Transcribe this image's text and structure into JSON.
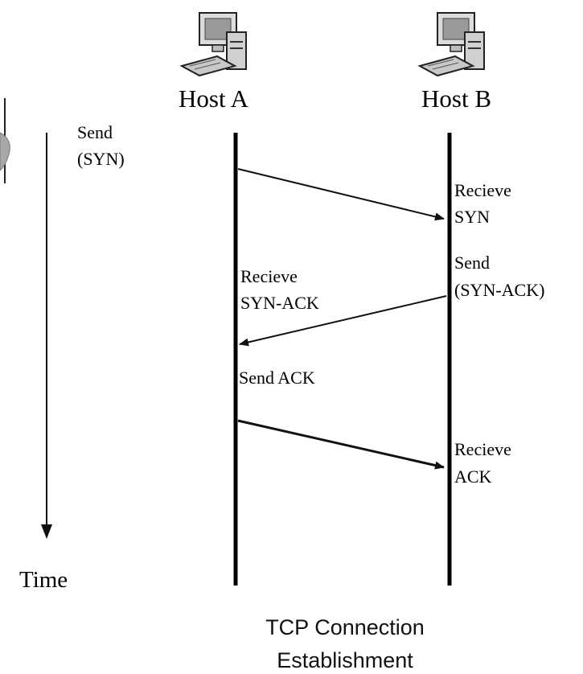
{
  "hosts": {
    "a": {
      "label": "Host A",
      "icon": "computer-icon"
    },
    "b": {
      "label": "Host B",
      "icon": "computer-icon"
    }
  },
  "time_label": "Time",
  "events": {
    "a_send_syn": [
      "Send",
      "(SYN)"
    ],
    "b_receive_syn": [
      "Recieve",
      "SYN"
    ],
    "b_send_synack": [
      "Send",
      "(SYN-ACK)"
    ],
    "a_receive_synack": [
      "Recieve",
      "SYN-ACK"
    ],
    "a_send_ack": "Send ACK",
    "b_receive_ack": [
      "Recieve",
      "ACK"
    ]
  },
  "caption": [
    "TCP Connection",
    "Establishment"
  ]
}
